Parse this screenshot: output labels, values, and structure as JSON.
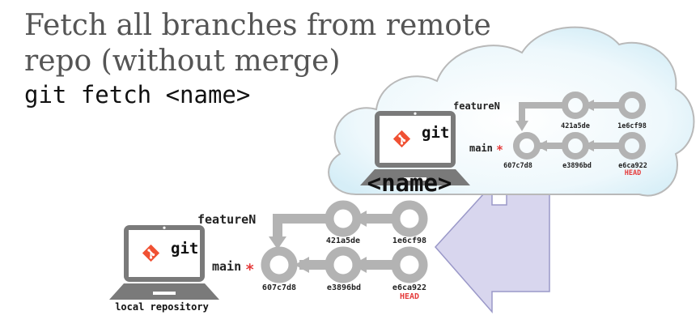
{
  "title": {
    "line1": "Fetch all branches from remote",
    "line2": "repo (without merge)"
  },
  "command": "git fetch <name>",
  "remote": {
    "name_label": "<name>",
    "logo_text": "git",
    "branches": {
      "feature": "featureN",
      "main": "main",
      "main_marker": "*"
    },
    "commits": {
      "c1": "607c7d8",
      "c2": "e3896bd",
      "c3": "e6ca922",
      "c4": "421a5de",
      "c5": "1e6cf98"
    },
    "head_label": "HEAD"
  },
  "local": {
    "label": "local repository",
    "logo_text": "git",
    "branches": {
      "feature": "featureN",
      "main": "main",
      "main_marker": "*"
    },
    "commits": {
      "c1": "607c7d8",
      "c2": "e3896bd",
      "c3": "e6ca922",
      "c4": "421a5de",
      "c5": "1e6cf98"
    },
    "head_label": "HEAD"
  },
  "colors": {
    "commit_gray": "#b3b3b3",
    "git_orange": "#f05133",
    "head_red": "#e53b3b",
    "cloud_fill": "#e8f6fb",
    "arrow_fill": "#d8d6ee"
  }
}
